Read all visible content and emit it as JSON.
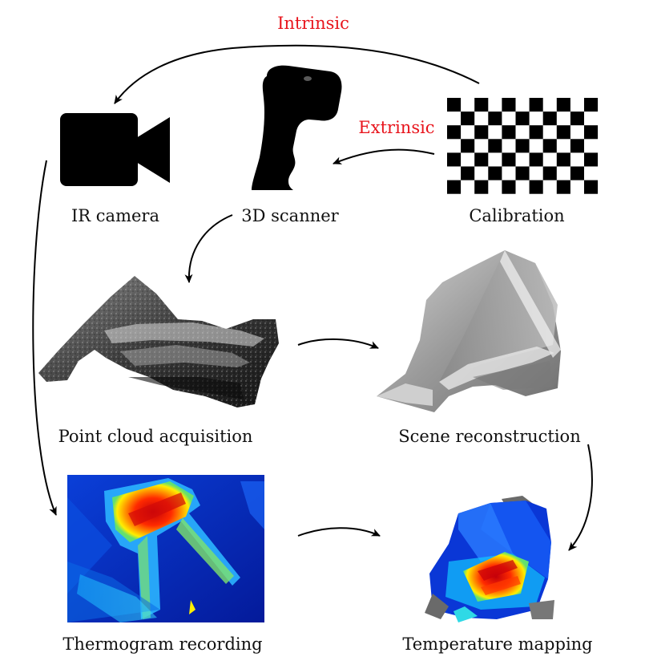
{
  "nodes": {
    "ir_camera": "IR camera",
    "scanner": "3D scanner",
    "calibration": "Calibration",
    "point_cloud": "Point cloud acquisition",
    "scene": "Scene reconstruction",
    "thermogram": "Thermogram recording",
    "mapping": "Temperature mapping"
  },
  "edges": {
    "intrinsic": "Intrinsic",
    "extrinsic": "Extrinsic"
  },
  "colors": {
    "edge_label": "#e8141c",
    "text": "#111111",
    "icon": "#000000"
  }
}
